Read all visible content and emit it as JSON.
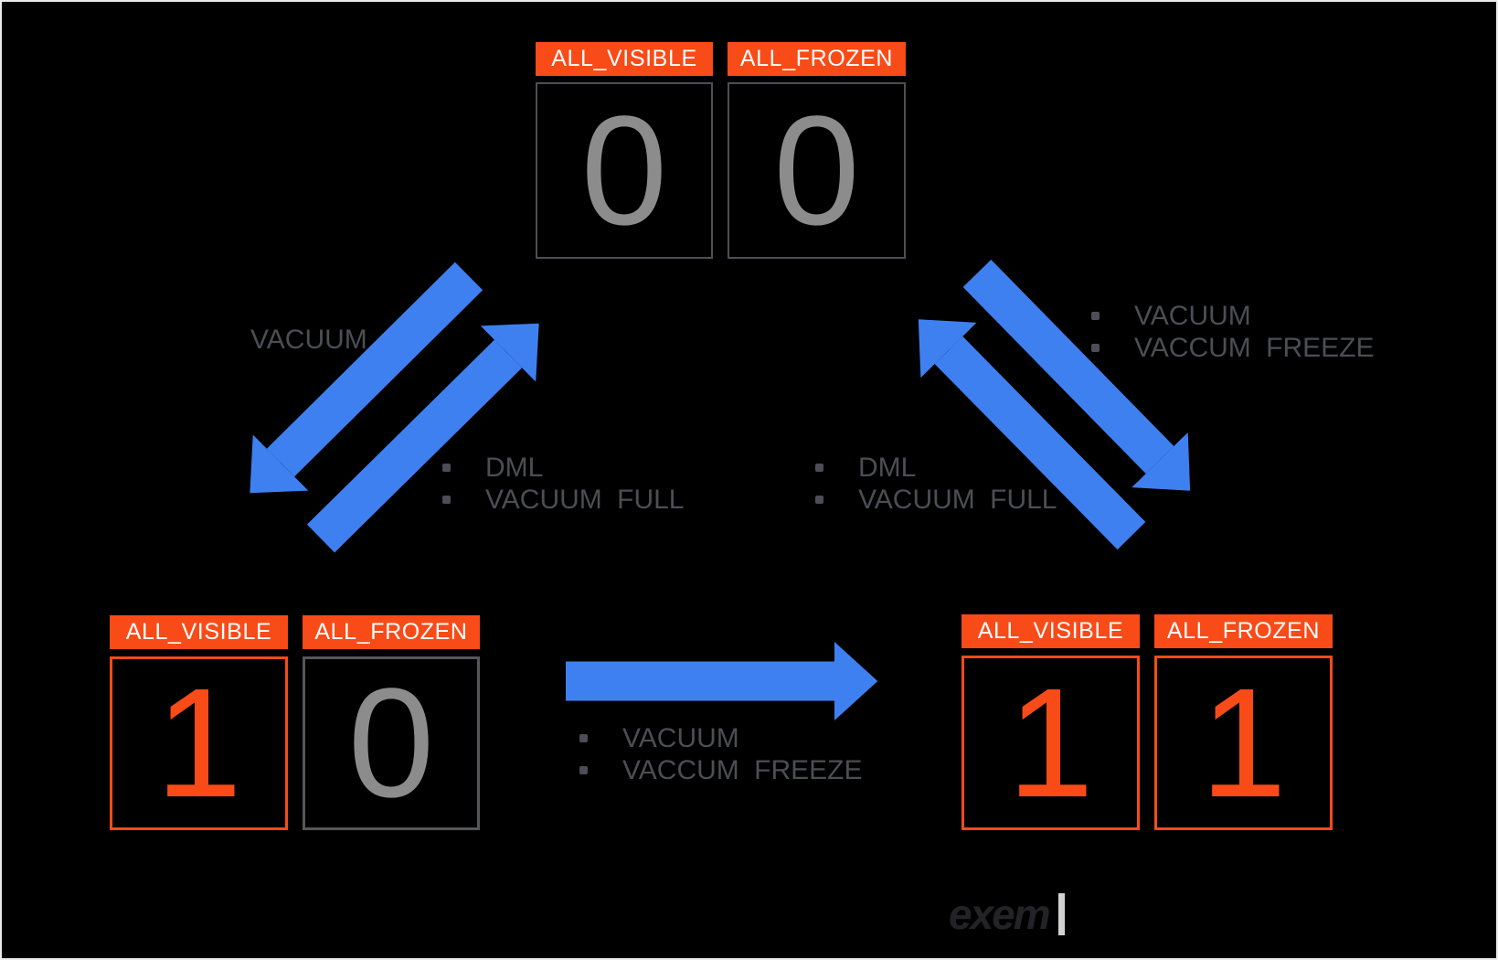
{
  "states": {
    "top": {
      "cells": [
        {
          "label": "ALL_VISIBLE",
          "value": "0"
        },
        {
          "label": "ALL_FROZEN",
          "value": "0"
        }
      ]
    },
    "bottom_left": {
      "cells": [
        {
          "label": "ALL_VISIBLE",
          "value": "1"
        },
        {
          "label": "ALL_FROZEN",
          "value": "0"
        }
      ]
    },
    "bottom_right": {
      "cells": [
        {
          "label": "ALL_VISIBLE",
          "value": "1"
        },
        {
          "label": "ALL_FROZEN",
          "value": "1"
        }
      ]
    }
  },
  "edges": {
    "left_up_label": "VACUUM",
    "left_down_items": [
      "DML",
      "VACUUM FULL"
    ],
    "right_up_items": [
      "VACUUM",
      "VACCUM FREEZE"
    ],
    "right_down_items": [
      "DML",
      "VACUUM FULL"
    ],
    "bottom_items": [
      "VACUUM",
      "VACCUM FREEZE"
    ]
  },
  "logo": {
    "text": "exem"
  },
  "colors": {
    "background": "#000000",
    "accent_orange": "#f84b18",
    "arrow_blue": "#3f80f0",
    "muted_text": "#4b4e54",
    "digit_gray": "#8c8c8c",
    "box_border_gray": "#4d4f52",
    "header_text": "#ffffff",
    "logo_text": "#232327",
    "logo_bar": "#d2d2d2"
  }
}
